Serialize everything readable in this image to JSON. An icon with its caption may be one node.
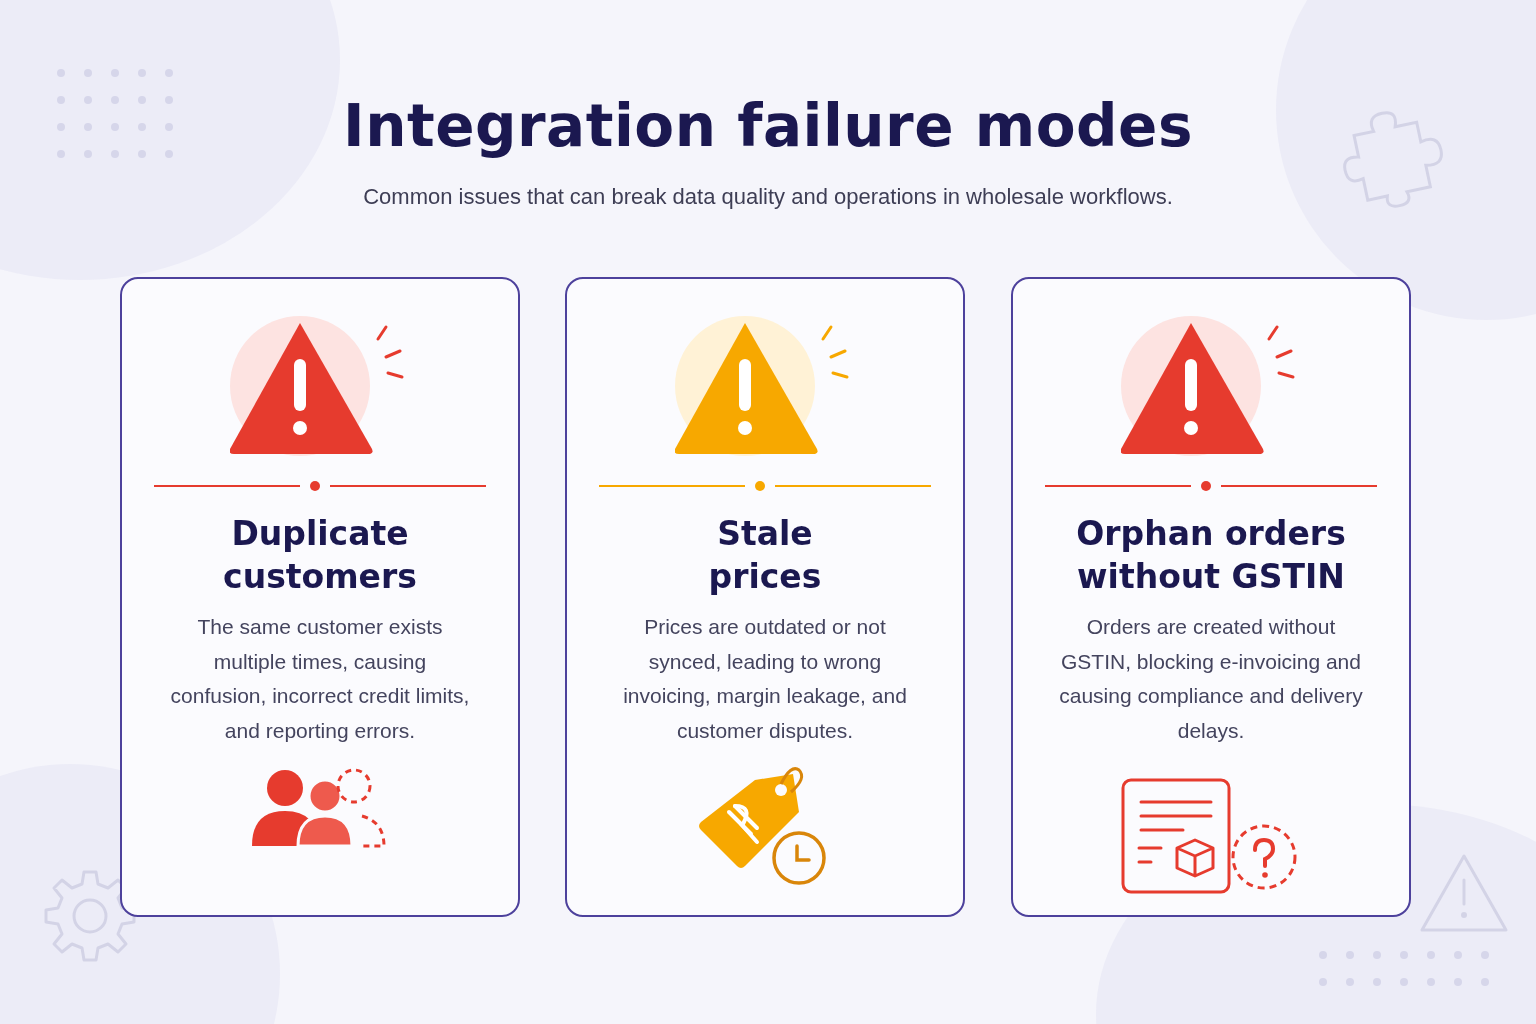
{
  "diagram": {
    "title": "Integration failure modes",
    "nodes": [
      {
        "text": [
          "Duplicate customers",
          "The same customer exists multiple times, causing confusion, incorrect credit limits, and reporting errors."
        ]
      },
      {
        "text": [
          "Stale prices",
          "Prices are outdated or not synced, leading to wrong invoicing, margin leakage, and customer disputes."
        ]
      },
      {
        "text": [
          "Orphan orders without GSTIN",
          "Orders are created without GSTIN, blocking e-invoicing and causing compliance and delivery delays."
        ]
      }
    ],
    "labels": [
      "Common issues that can break data quality and operations in wholesale workflows."
    ]
  }
}
